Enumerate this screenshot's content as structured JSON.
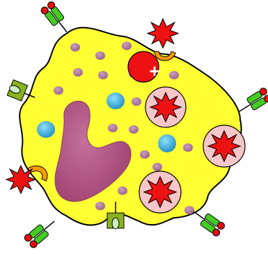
{
  "colors": {
    "cell_fill": "#ffff33",
    "cell_outline": "#000000",
    "nucleus_fill": "#b04e7f",
    "granule_purple": "#a8729b",
    "granule_blue": "#2aa3cc",
    "vacuole_fill": "#f7c6c8",
    "burst_red": "#ee1111",
    "receptor_green": "#44cc22",
    "receptor_olive": "#8ab31f",
    "receptor_red": "#dd1111",
    "receptor_mint": "#cdeec0",
    "cup_orange": "#ff9900"
  },
  "symbols": {
    "positive_marker": "+"
  },
  "icons": {
    "nucleus": "nucleus-shape",
    "granule": "granule-dot",
    "vacuole": "vacuole-circle",
    "antigen": "starburst-icon",
    "receptor": "receptor-icon",
    "binding_cup": "cup-receptor-icon"
  }
}
